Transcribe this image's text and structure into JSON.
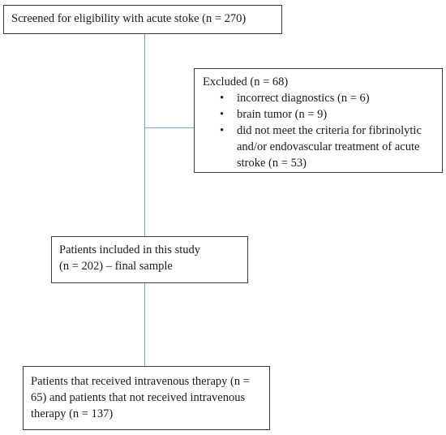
{
  "flowchart": {
    "screened": {
      "text": "Screened for eligibility with acute stoke (n = 270)"
    },
    "excluded": {
      "heading": "Excluded (n = 68)",
      "items": [
        "incorrect diagnostics (n = 6)",
        "brain tumor (n = 9)",
        "did not meet the criteria for fibrinolytic and/or endovascular treatment of acute stroke (n = 53)"
      ]
    },
    "included": {
      "line1": "Patients included in this study",
      "line2": "(n = 202) – final sample"
    },
    "therapy": {
      "text": "Patients that received intravenous therapy (n = 65) and patients that not received intravenous therapy (n = 137)"
    }
  },
  "colors": {
    "connector": "#7f9fd0",
    "box_border": "#3a3a3a"
  }
}
